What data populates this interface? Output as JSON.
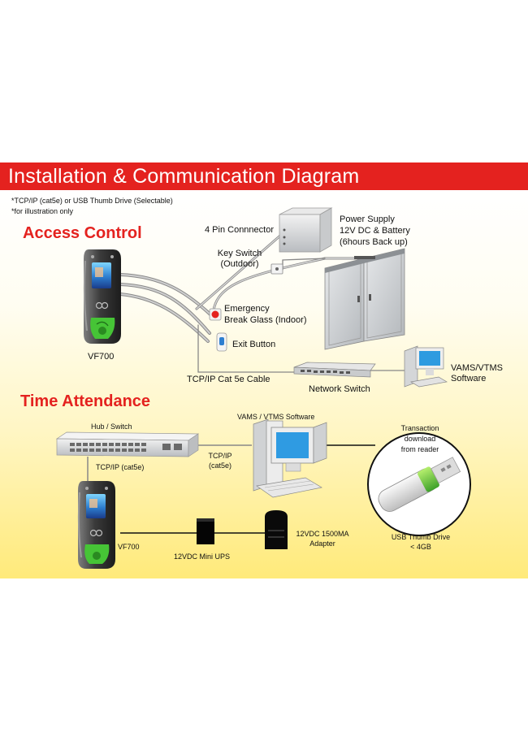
{
  "title": "Installation & Communication Diagram",
  "notes": [
    "*TCP/IP (cat5e) or USB Thumb Drive (Selectable)",
    "*for illustration only"
  ],
  "sections": {
    "access_control": {
      "heading": "Access Control",
      "device": "VF700",
      "connector": "4 Pin Connnector",
      "power_supply": [
        "Power Supply",
        "12V DC & Battery",
        "(6hours Back up)"
      ],
      "key_switch": [
        "Key Switch",
        "(Outdoor)"
      ],
      "emergency": [
        "Emergency",
        "Break Glass (Indoor)"
      ],
      "exit_button": "Exit Button",
      "cable": "TCP/IP Cat 5e Cable",
      "network_switch": "Network Switch",
      "software": [
        "VAMS/VTMS",
        "Software"
      ]
    },
    "time_attendance": {
      "heading": "Time Attendance",
      "hub": "Hub / Switch",
      "tcpip_left": "TCP/IP (cat5e)",
      "tcpip_mid": [
        "TCP/IP",
        "(cat5e)"
      ],
      "software": "VAMS / VTMS  Software",
      "transaction": [
        "Transaction",
        "download",
        "from reader"
      ],
      "usb": [
        "USB Thumb Drive",
        "< 4GB"
      ],
      "device": "VF700",
      "ups": "12VDC Mini UPS",
      "adapter": [
        "12VDC 1500MA",
        "Adapter"
      ]
    }
  },
  "colors": {
    "banner": "#e4221f",
    "heading": "#e4221f",
    "panel_bottom": "#ffea7a",
    "device_green": "#46c436"
  }
}
